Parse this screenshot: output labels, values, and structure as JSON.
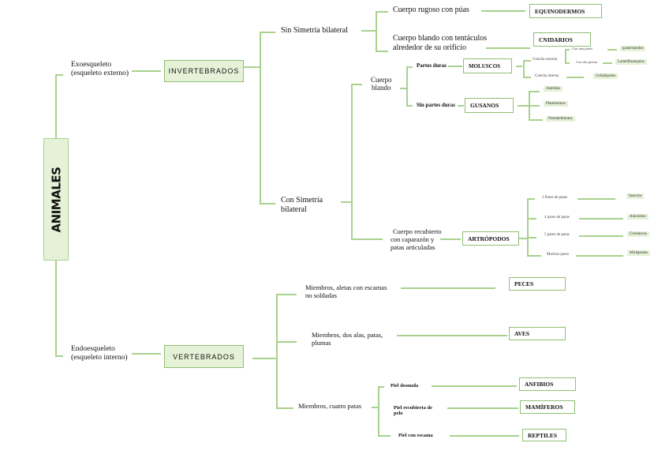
{
  "root": {
    "label": "ANIMALES"
  },
  "branches": {
    "exo": {
      "label_line1": "Exoesqueleto",
      "label_line2": "(esqueleto externo)",
      "group": "INVERTEBRADOS",
      "sin_simetria": {
        "label": "Sin Simetría bilateral",
        "items": [
          {
            "desc": "Cuerpo rugoso con púas",
            "result": "EQUINODERMOS"
          },
          {
            "desc_line1": "Cuerpo blando con tentáculos",
            "desc_line2": "alrededor de su orificio",
            "result": "CNIDARIOS"
          }
        ]
      },
      "con_simetria": {
        "label_line1": "Con Simetría",
        "label_line2": "bilateral",
        "cuerpo_blando": {
          "label_line1": "Cuerpo",
          "label_line2": "blando",
          "partes_duras": {
            "label": "Partes duras",
            "result": "MOLUSCOS",
            "concha_externa": {
              "label": "Concha externa",
              "items": [
                {
                  "label": "Con una pieza",
                  "result": "gasterópodos"
                },
                {
                  "label": "Con dos piezas",
                  "result": "Lamelibranquios"
                }
              ]
            },
            "concha_interna": {
              "label": "Concha interna",
              "result": "Cefalópodos"
            }
          },
          "sin_partes_duras": {
            "label": "Sin partes duras",
            "result": "GUSANOS",
            "items": [
              "Anélidos",
              "Platelmintos",
              "Nematelmintos"
            ]
          }
        },
        "cuerpo_recubierto": {
          "label_line1": "Cuerpo recubierto",
          "label_line2": "con caparazón y",
          "label_line3": "patas articuladas",
          "result": "ARTRÓPODOS",
          "items": [
            {
              "label": "3 Pares de patas",
              "result": "Insectos"
            },
            {
              "label": "4 pares de patas",
              "result": "Arácnidos"
            },
            {
              "label": "5 pares de patas",
              "result": "Crustáceos"
            },
            {
              "label": "Muchos pares",
              "result": "Miriápodos"
            }
          ]
        }
      }
    },
    "endo": {
      "label_line1": "Endoesqueleto",
      "label_line2": "(esqueleto interno)",
      "group": "VERTEBRADOS",
      "items": [
        {
          "desc_line1": "Miembros, aletas con escamas",
          "desc_line2": "no soldadas",
          "result": "PECES"
        },
        {
          "desc_line1": "Miembros, dos alas, patas,",
          "desc_line2": "plumas",
          "result": "AVES"
        }
      ],
      "cuatro_patas": {
        "label": "Miembros, cuatro patas",
        "items": [
          {
            "desc": "Piel desnuda",
            "result": "ANFIBIOS"
          },
          {
            "desc_line1": "Piel recubierta de",
            "desc_line2": "pelo",
            "result": "MAMÍFEROS"
          },
          {
            "desc": "Piel con escama",
            "result": "REPTILES"
          }
        ]
      }
    }
  }
}
